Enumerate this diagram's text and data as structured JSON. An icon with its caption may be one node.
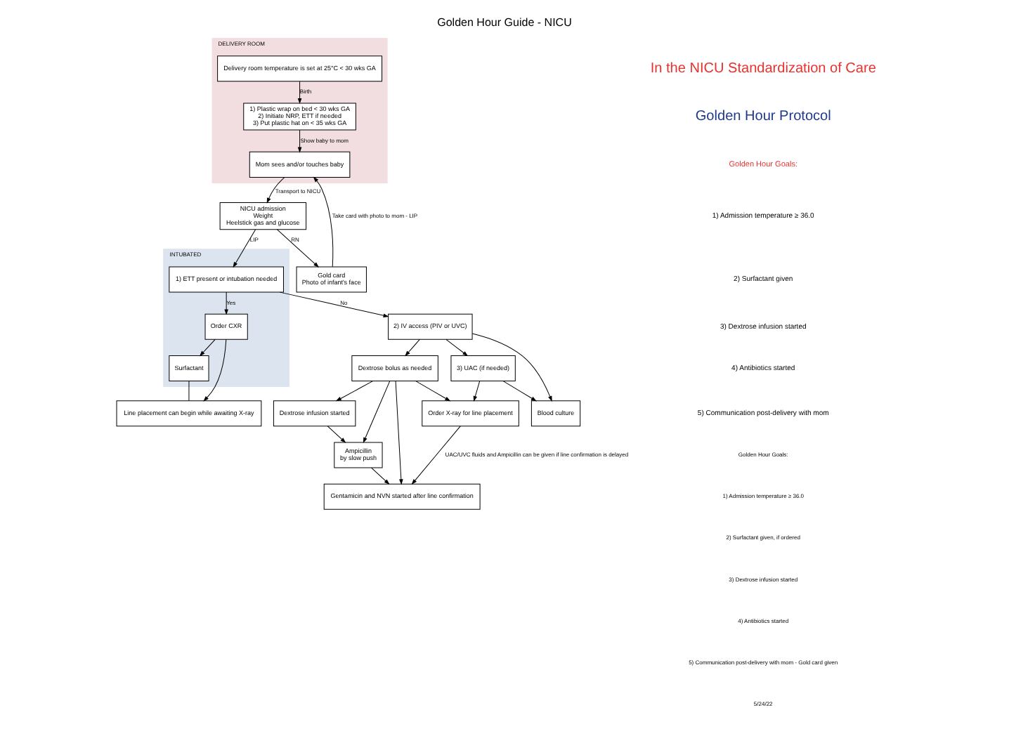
{
  "diagram": {
    "title": "Golden Hour Guide - NICU",
    "nodes": [
      {
        "text": [
          "DELIVERY ROOM"
        ]
      },
      {
        "text": [
          "Delivery room temperature is set at 25°C < 30 wks GA"
        ],
        "in": 0
      },
      {
        "text": [
          "1) Plastic wrap on bed < 30 wks GA",
          "2) Initiate NRP, ETT if needed",
          "3) Put plastic hat on < 35 wks GA"
        ],
        "in": 0
      },
      {
        "text": [
          "Mom sees and/or touches baby"
        ],
        "in": 0
      },
      {
        "text": [
          "Gold card",
          "Photo of infant's face"
        ]
      },
      {
        "text": [
          "NICU admission",
          "Weight",
          "Heelstick gas and glucose"
        ]
      },
      {
        "text": [
          "INTUBATED"
        ]
      },
      {
        "text": [
          "1) ETT present or intubation needed"
        ],
        "in": 6
      },
      {
        "text": [
          "Order CXR"
        ],
        "in": 6
      },
      {
        "text": [
          "Surfactant"
        ],
        "in": 6
      },
      {
        "text": [
          "Line placement can begin while awaiting X-ray"
        ]
      },
      {
        "text": [
          "2) IV access (PIV or UVC)"
        ]
      },
      {
        "text": [
          "3) UAC (if needed)"
        ]
      },
      {
        "text": [
          "Blood culture"
        ]
      },
      {
        "text": [
          "Dextrose bolus as needed"
        ]
      },
      {
        "text": [
          "Order X-ray for line placement"
        ]
      },
      {
        "text": [
          "Dextrose infusion started"
        ]
      },
      {
        "text": [
          "Ampicillin",
          "by slow push"
        ]
      },
      {
        "text": [
          "Gentamicin and NVN started after line confirmation"
        ]
      }
    ],
    "edges": [
      {
        "from": 1,
        "to": 2,
        "arrow": "to",
        "label": "Birth"
      },
      {
        "from": 2,
        "to": 3,
        "arrow": "to",
        "label": "Show baby to mom"
      },
      {
        "from": 3,
        "to": 5,
        "arrow": "to",
        "label": "Transport to NICU"
      },
      {
        "from": 4,
        "to": 3,
        "arrow": "to",
        "label": "Take card with photo to mom - LIP"
      },
      {
        "from": 5,
        "to": 4,
        "arrow": "to",
        "label": "RN"
      },
      {
        "from": 5,
        "to": 7,
        "arrow": "to",
        "label": "LIP"
      },
      {
        "from": 7,
        "to": 11,
        "arrow": "to",
        "label": "No"
      },
      {
        "from": 7,
        "to": 8,
        "arrow": "to",
        "label": "Yes"
      },
      {
        "from": 8,
        "to": 10,
        "arrow": "to"
      },
      {
        "from": 8,
        "to": 9,
        "arrow": "to"
      },
      {
        "from": 9,
        "to": 10,
        "arrow": "none"
      },
      {
        "from": 11,
        "to": 12,
        "arrow": "to"
      },
      {
        "from": 11,
        "to": 13,
        "arrow": "to"
      },
      {
        "from": 11,
        "to": 14,
        "arrow": "to"
      },
      {
        "from": 12,
        "to": 13,
        "arrow": "to"
      },
      {
        "from": 12,
        "to": 15,
        "arrow": "to"
      },
      {
        "from": 14,
        "to": 15,
        "arrow": "to"
      },
      {
        "from": 14,
        "to": 16,
        "arrow": "to"
      },
      {
        "from": 14,
        "to": 17,
        "arrow": "to"
      },
      {
        "from": 14,
        "to": 18,
        "arrow": "to"
      },
      {
        "from": 15,
        "to": 18,
        "arrow": "to",
        "label": "UAC/UVC fluids and Ampicillin can be given if line confirmation is delayed"
      },
      {
        "from": 16,
        "to": 17,
        "arrow": "to"
      },
      {
        "from": 17,
        "to": 18,
        "arrow": "to"
      }
    ],
    "labels": [
      "In the NICU Standardization of Care",
      "Golden Hour Protocol",
      "Golden Hour Goals:",
      "1) Admission temperature ≥ 36.0",
      "2) Surfactant given",
      "3) Dextrose infusion started",
      "4) Antibiotics started",
      "5) Communication post-delivery with mom",
      "Golden Hour Goals:",
      "1) Admission temperature ≥ 36.0",
      "2) Surfactant given, if ordered",
      "3) Dextrose infusion started",
      "4) Antibiotics started",
      "5) Communication post-delivery with mom - Gold card given",
      "5/24/22"
    ]
  }
}
